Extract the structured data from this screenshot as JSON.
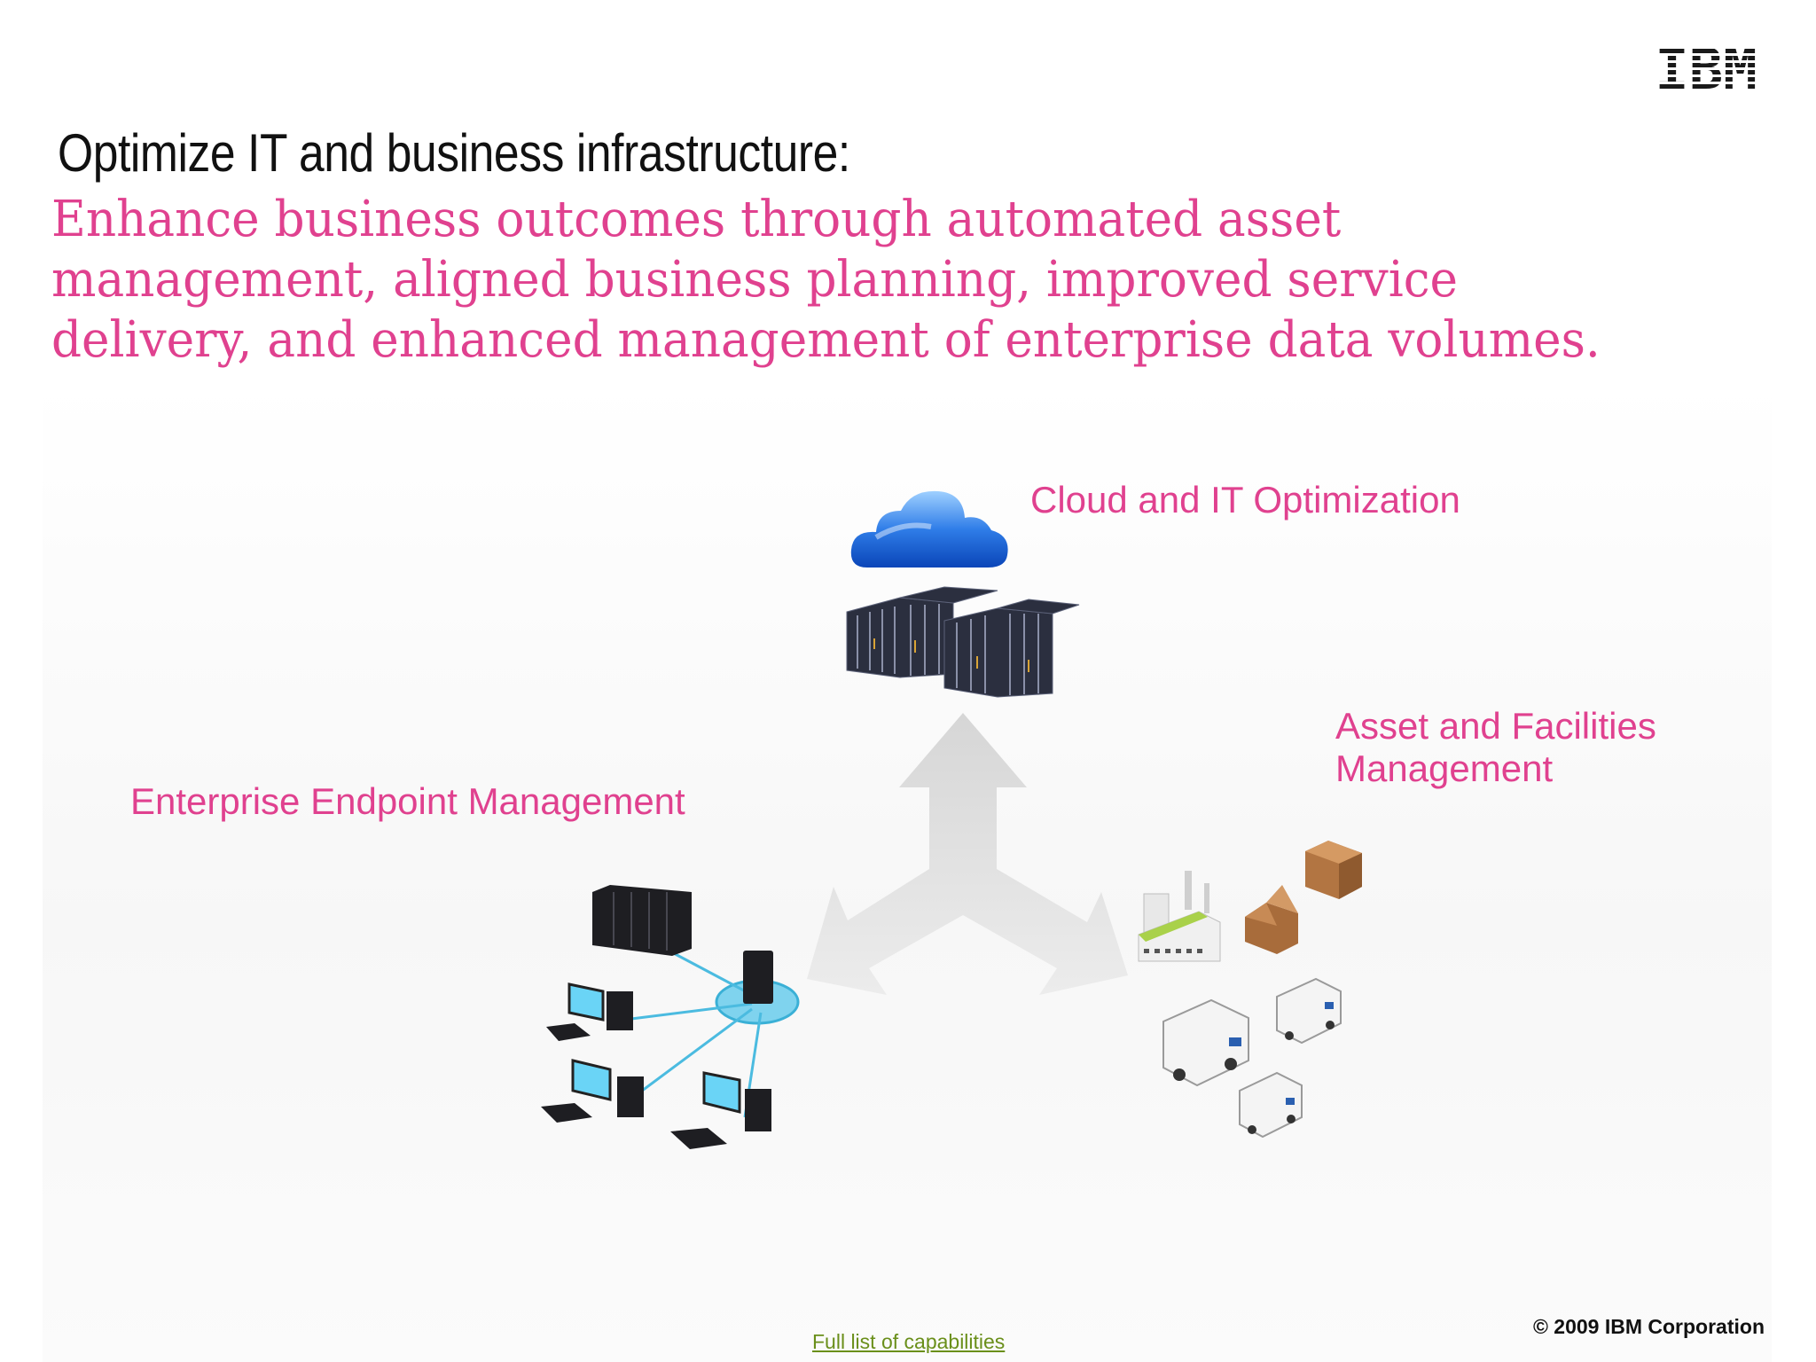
{
  "slide": {
    "logo_text": "IBM",
    "title": "Optimize IT and business infrastructure:",
    "subtitle": "Enhance business outcomes through automated asset management, aligned business planning, improved service delivery, and enhanced management of enterprise data volumes.",
    "accent_color": "#e0418f"
  },
  "diagram": {
    "cloud_label": "Cloud and IT Optimization",
    "asset_label": "Asset and Facilities Management",
    "endpoint_label": "Enterprise Endpoint Management",
    "icons": [
      "cloud-icon",
      "server-racks-icon",
      "three-way-arrow-icon",
      "network-endpoints-icon",
      "factory-icon",
      "boxes-icon",
      "delivery-trucks-icon"
    ]
  },
  "footer": {
    "link_text": "Full list of capabilities",
    "copyright": "© 2009 IBM Corporation"
  }
}
